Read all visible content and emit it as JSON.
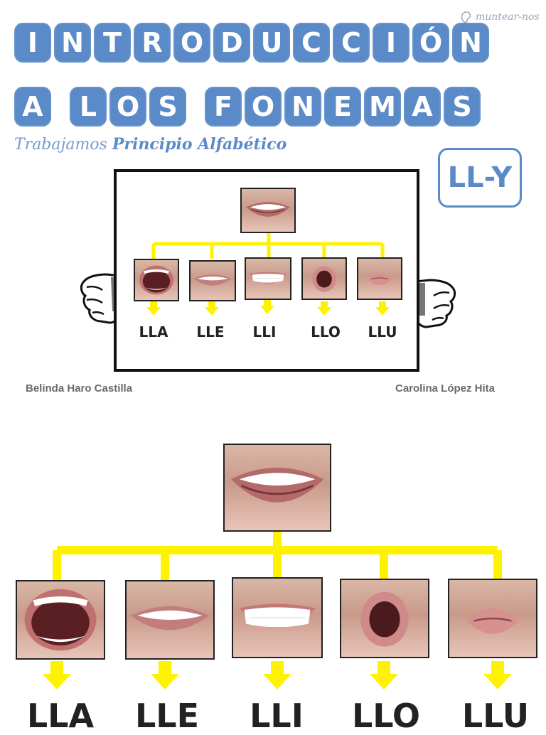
{
  "header": {
    "title_line1_letters": [
      "I",
      "N",
      "T",
      "R",
      "O",
      "D",
      "U",
      "C",
      "C",
      "I",
      "Ó",
      "N"
    ],
    "title_line2_letters": [
      "A",
      " ",
      "L",
      "O",
      "S",
      " ",
      "F",
      "O",
      "N",
      "E",
      "M",
      "A",
      "S"
    ],
    "subtitle_part1": "Trabajamos",
    "subtitle_part2": "Principio Alfabético",
    "logo_text": "muntear-nos",
    "badge": "LL-Y"
  },
  "authors": {
    "left": "Belinda Haro Castilla",
    "right": "Carolina López Hita"
  },
  "syllables": [
    "LLA",
    "LLE",
    "LLI",
    "LLO",
    "LLU"
  ],
  "colors": {
    "accent_blue": "#5b8ac8",
    "connector_yellow": "#fff200",
    "frame_black": "#111111"
  },
  "icons": [
    "smile-mouth",
    "open-mouth",
    "wide-mouth",
    "teeth-mouth",
    "round-mouth",
    "pucker-mouth",
    "fist-hand"
  ]
}
